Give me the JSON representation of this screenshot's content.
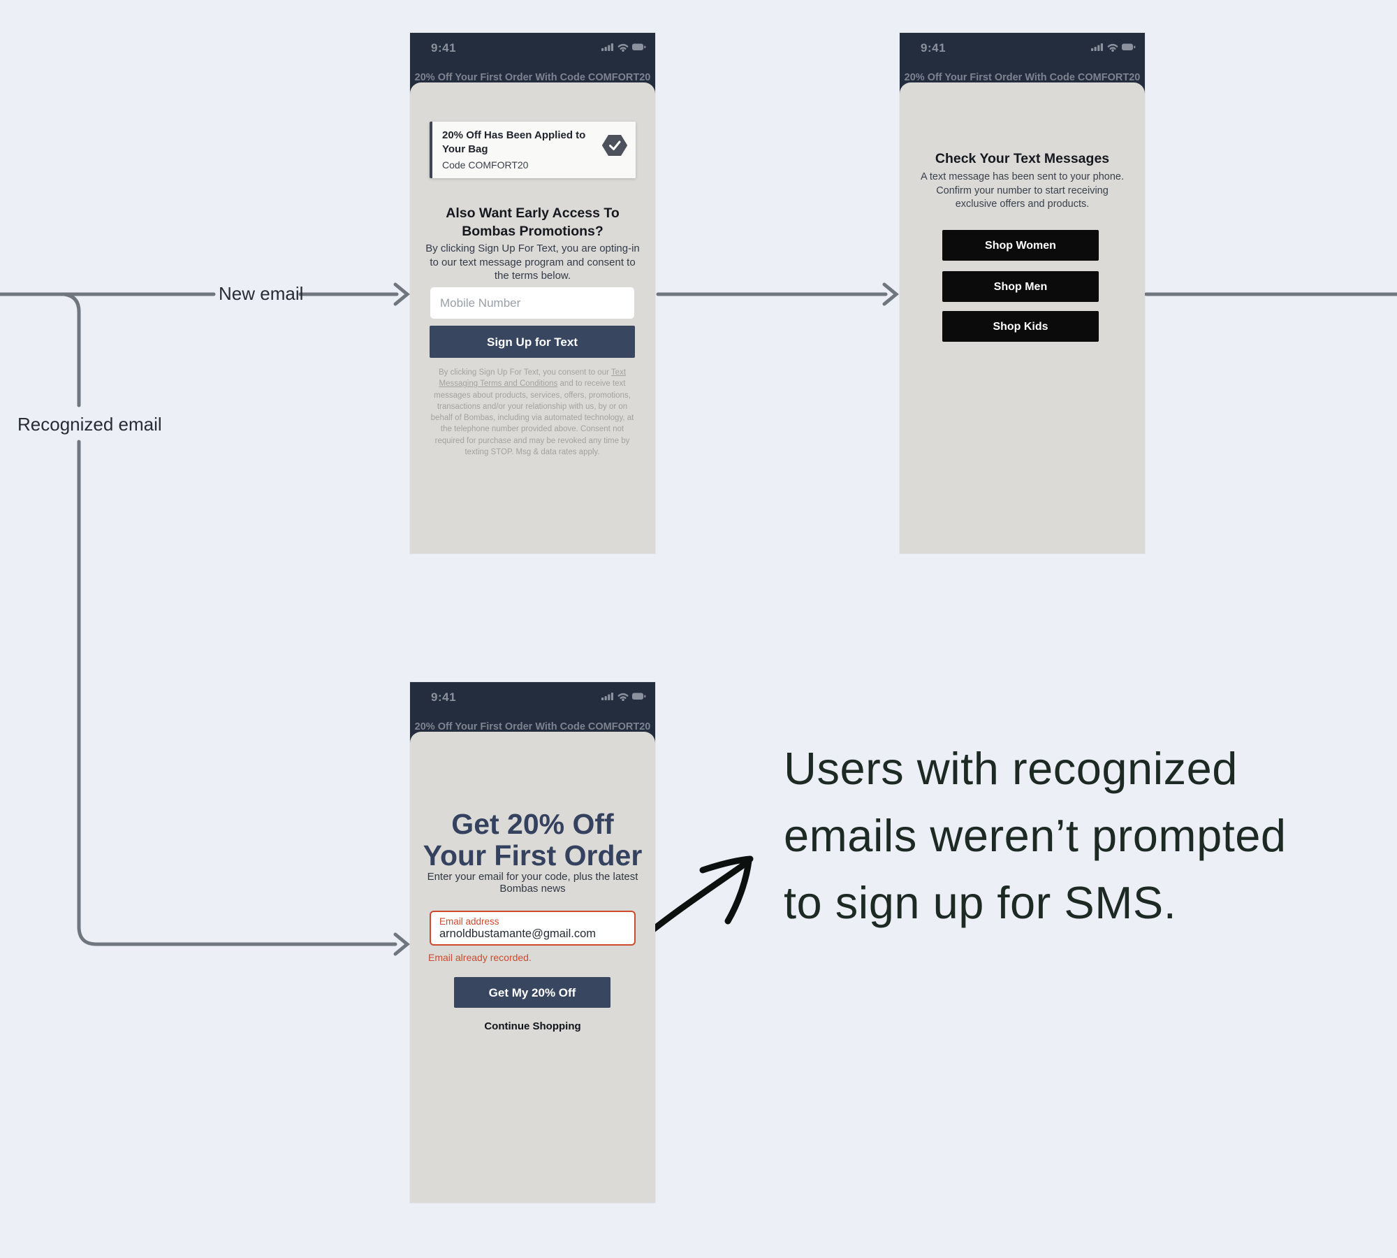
{
  "shared": {
    "status_time": "9:41",
    "promo_bar": "20% Off Your First Order With Code COMFORT20"
  },
  "flow": {
    "new_email_label": "New email",
    "recognized_email_label": "Recognized email"
  },
  "annotation": {
    "lines": [
      "Users with recognized",
      "emails weren’t prompted",
      "to sign up for SMS."
    ]
  },
  "phone1": {
    "toast": {
      "title": "20% Off Has Been Applied to Your Bag",
      "code": "Code COMFORT20"
    },
    "heading_lines": [
      "Also Want Early Access To",
      "Bombas Promotions?"
    ],
    "body": "By clicking Sign Up For Text, you are opting-in to our text message program and consent to the terms below.",
    "input_placeholder": "Mobile Number",
    "button_label": "Sign Up for Text",
    "legal": {
      "before": "By clicking Sign Up For Text, you consent to our ",
      "link": "Text Messaging Terms and Conditions",
      "after": " and to receive text messages about products, services, offers, promotions, transactions and/or your relationship with us, by or on behalf of Bombas, including via automated technology, at the telephone number provided above. Consent not required for purchase and may be revoked any time by texting STOP. Msg & data rates apply."
    }
  },
  "phone2": {
    "heading": "Check Your Text Messages",
    "body": "A text message has been sent to your phone. Confirm your number to start receiving exclusive offers and products.",
    "buttons": [
      "Shop Women",
      "Shop Men",
      "Shop Kids"
    ]
  },
  "phone3": {
    "title_lines": [
      "Get 20% Off",
      "Your First Order"
    ],
    "subtitle_lines": [
      "Enter your email for your code, plus the latest",
      "Bombas news"
    ],
    "email": {
      "label": "Email address",
      "value": "arnoldbustamante@gmail.com"
    },
    "error": "Email already recorded.",
    "button_label": "Get My 20% Off",
    "continue_label": "Continue Shopping"
  },
  "colors": {
    "page_background": "#eceff6",
    "phone_screen": "#dbdad6",
    "phone_header": "#242d3d",
    "navy_button": "#38465f",
    "black_button": "#0b0b0b",
    "title_navy": "#35425f",
    "error_red": "#cc4a2e",
    "legal_grey": "#a3a39e",
    "connector_grey": "#70767e",
    "annotation_ink": "#1d2a23"
  }
}
